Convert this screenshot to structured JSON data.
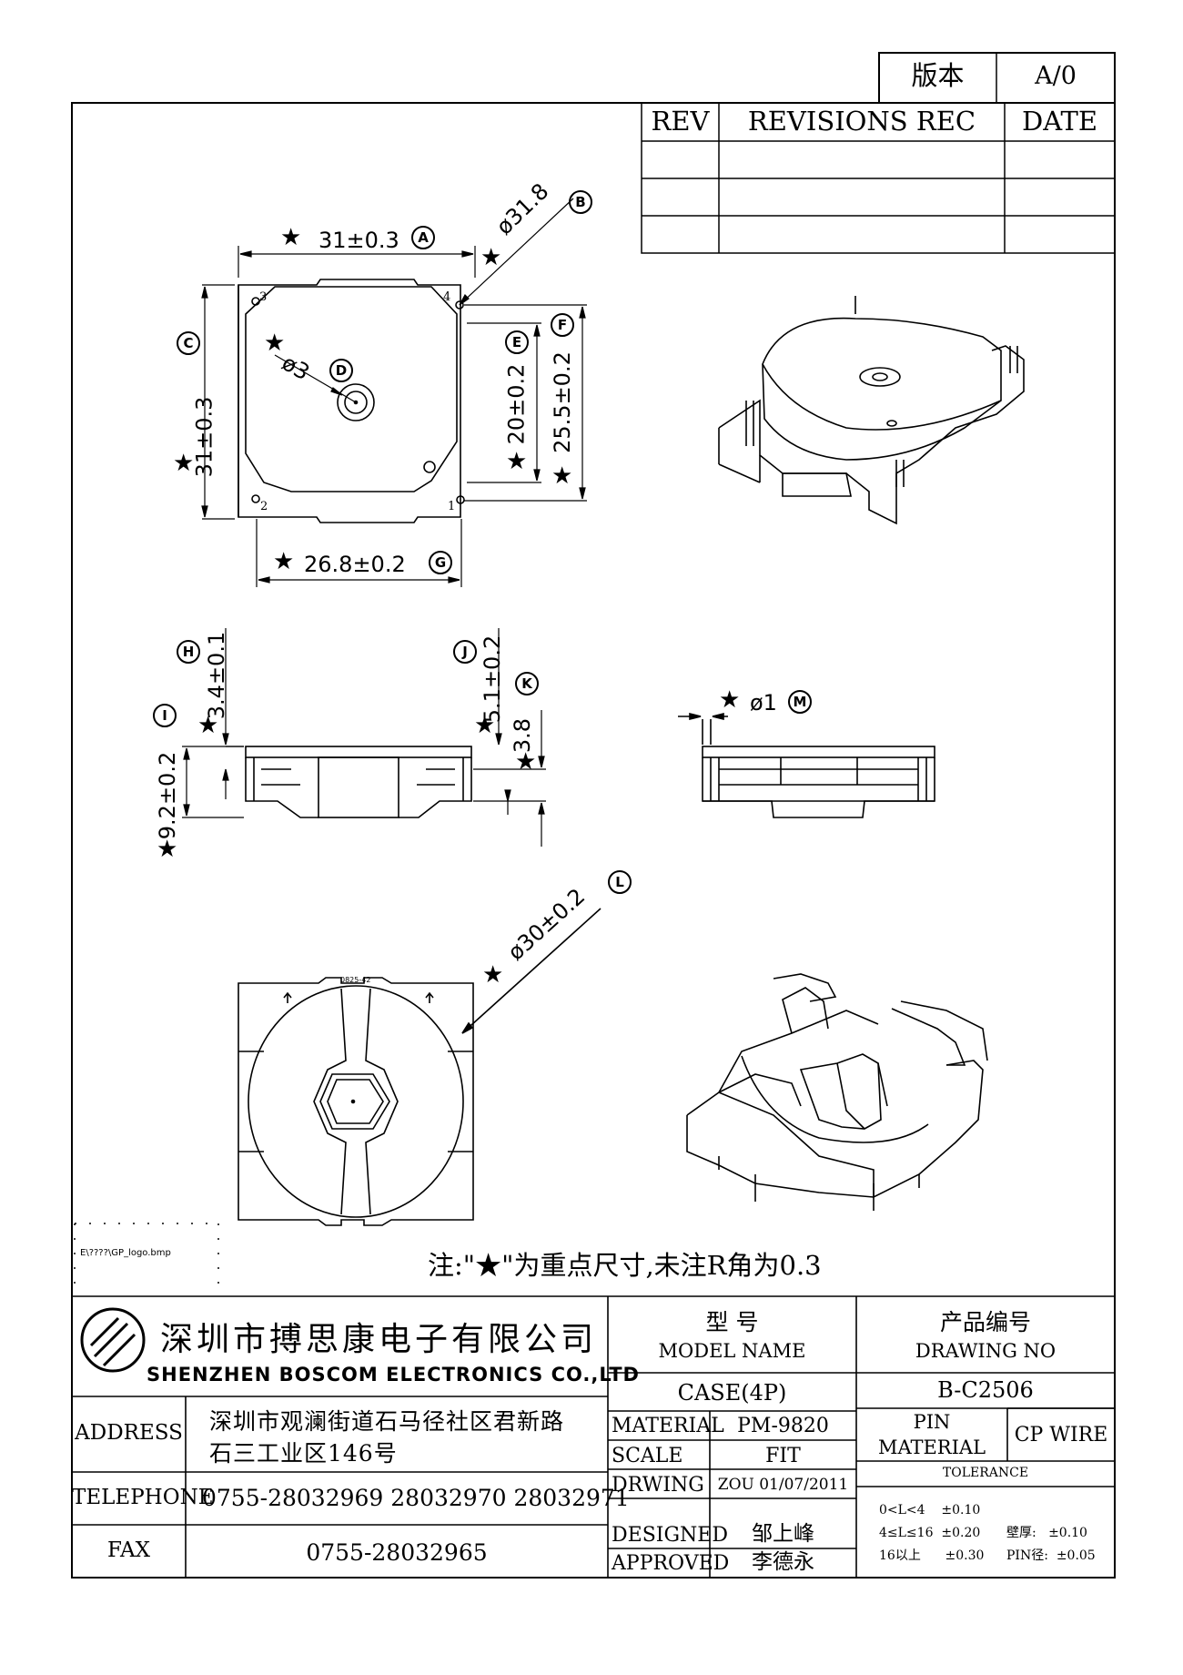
{
  "version_box": {
    "label": "版本",
    "value": "A/0"
  },
  "revisions": {
    "col_rev": "REV",
    "col_rec": "REVISIONS REC",
    "col_date": "DATE"
  },
  "dimensions": {
    "A": {
      "letter": "A",
      "text": "31±0.3"
    },
    "B": {
      "letter": "B",
      "text": "ø31.8"
    },
    "C": {
      "letter": "C",
      "text": "31±0.3"
    },
    "D": {
      "letter": "D",
      "text": "ø3"
    },
    "E": {
      "letter": "E",
      "text": "20±0.2"
    },
    "F": {
      "letter": "F",
      "text": "25.5±0.2"
    },
    "G": {
      "letter": "G",
      "text": "26.8±0.2"
    },
    "H": {
      "letter": "H",
      "text": "3.4±0.1"
    },
    "I": {
      "letter": "I",
      "text": "9.2±0.2"
    },
    "J": {
      "letter": "J",
      "text": "5.1±0.2"
    },
    "K": {
      "letter": "K",
      "text": "3.8"
    },
    "L": {
      "letter": "L",
      "text": "ø30±0.2"
    },
    "M": {
      "letter": "M",
      "text": "ø1"
    }
  },
  "star": "★",
  "pins": {
    "p1": "1",
    "p2": "2",
    "p3": "3",
    "p4": "4"
  },
  "bottom_mark": "0825-42",
  "logo_path": "E\\????\\GP_logo.bmp",
  "note": "注:\"★\"为重点尺寸,未注R角为0.3",
  "company": {
    "name_cn": "深圳市搏思康电子有限公司",
    "name_en": "SHENZHEN BOSCOM ELECTRONICS CO.,LTD"
  },
  "title_block": {
    "address_label": "ADDRESS",
    "address_line1": "深圳市观澜街道石马径社区君新路",
    "address_line2": "石三工业区146号",
    "telephone_label": "TELEPHONE",
    "telephone_value": "0755-28032969 28032970 28032971",
    "fax_label": "FAX",
    "fax_value": "0755-28032965",
    "model_cn": "型    号",
    "model_en": "MODEL NAME",
    "model_value": "CASE(4P)",
    "drawing_cn": "产品编号",
    "drawing_en": "DRAWING NO",
    "drawing_value": "B-C2506",
    "material_label": "MATERIAL",
    "material_value": "PM-9820",
    "scale_label": "SCALE",
    "scale_value": "FIT",
    "drwing_label": "DRWING",
    "drwing_value": "ZOU 01/07/2011",
    "designed_label": "DESIGNED",
    "designed_value": "邹上峰",
    "approved_label": "APPROVED",
    "approved_value": "李德永",
    "pin_material_label1": "PIN",
    "pin_material_label2": "MATERIAL",
    "pin_material_value": "CP WIRE",
    "tolerance_label": "TOLERANCE",
    "tol_row1": "0<L<4    ±0.10",
    "tol_row2": "4≤L≤16  ±0.20",
    "tol_row3": "16以上      ±0.30",
    "tol_wall": "壁厚:   ±0.10",
    "tol_pin": "PIN径:  ±0.05"
  }
}
